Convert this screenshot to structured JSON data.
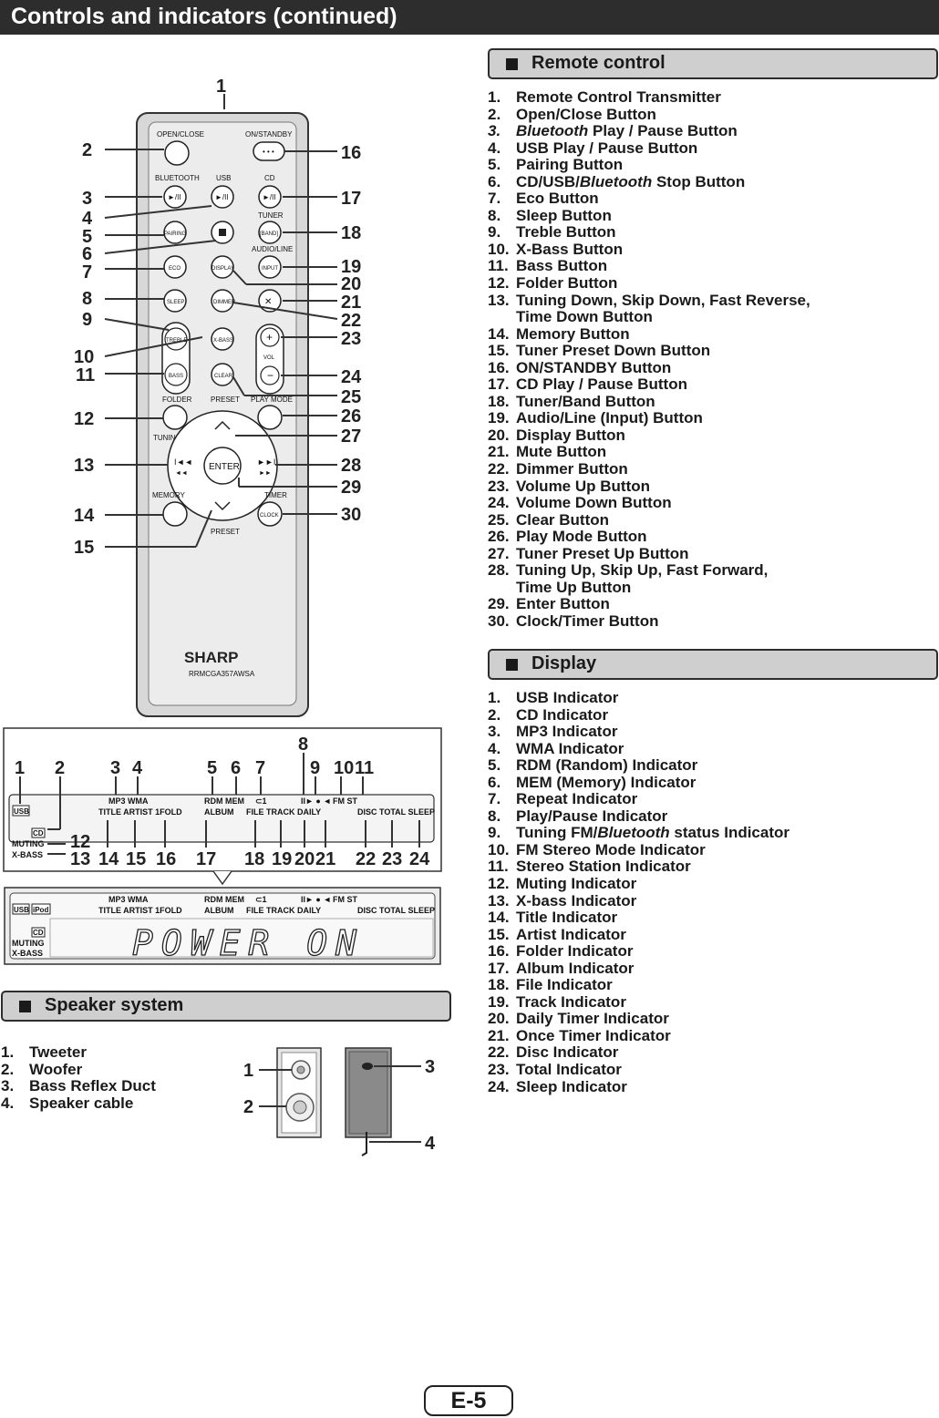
{
  "page_title": "Controls and indicators (continued)",
  "remote": {
    "header": "Remote control",
    "items": [
      {
        "n": "1.",
        "t": "Remote Control Transmitter"
      },
      {
        "n": "2.",
        "t": "Open/Close Button"
      },
      {
        "n": "3.",
        "i": "Bluetooth",
        "t": " Play / Pause Button"
      },
      {
        "n": "4.",
        "t": "USB Play / Pause Button"
      },
      {
        "n": "5.",
        "t": "Pairing Button"
      },
      {
        "n": "6.",
        "a": "CD/USB/",
        "i": "Bluetooth",
        "t": " Stop Button"
      },
      {
        "n": "7.",
        "t": "Eco Button"
      },
      {
        "n": "8.",
        "t": "Sleep Button"
      },
      {
        "n": "9.",
        "t": "Treble Button"
      },
      {
        "n": "10.",
        "t": "X-Bass Button"
      },
      {
        "n": "11.",
        "t": "Bass Button"
      },
      {
        "n": "12.",
        "t": "Folder Button"
      },
      {
        "n": "13.",
        "t": "Tuning Down, Skip Down, Fast Reverse,\nTime Down Button"
      },
      {
        "n": "14.",
        "t": "Memory Button"
      },
      {
        "n": "15.",
        "t": "Tuner Preset Down Button"
      },
      {
        "n": "16.",
        "t": "ON/STANDBY Button"
      },
      {
        "n": "17.",
        "t": "CD Play / Pause Button"
      },
      {
        "n": "18.",
        "t": "Tuner/Band Button"
      },
      {
        "n": "19.",
        "t": "Audio/Line (Input) Button"
      },
      {
        "n": "20.",
        "t": "Display Button"
      },
      {
        "n": "21.",
        "t": "Mute Button"
      },
      {
        "n": "22.",
        "t": "Dimmer Button"
      },
      {
        "n": "23.",
        "t": "Volume Up Button"
      },
      {
        "n": "24.",
        "t": "Volume Down Button"
      },
      {
        "n": "25.",
        "t": "Clear Button"
      },
      {
        "n": "26.",
        "t": "Play Mode Button"
      },
      {
        "n": "27.",
        "t": "Tuner Preset Up Button"
      },
      {
        "n": "28.",
        "t": "Tuning Up, Skip Up, Fast Forward,\nTime Up Button"
      },
      {
        "n": "29.",
        "t": "Enter Button"
      },
      {
        "n": "30.",
        "t": "Clock/Timer Button"
      }
    ]
  },
  "display": {
    "header": "Display",
    "items": [
      {
        "n": "1.",
        "t": "USB Indicator"
      },
      {
        "n": "2.",
        "t": "CD Indicator"
      },
      {
        "n": "3.",
        "t": "MP3 Indicator"
      },
      {
        "n": "4.",
        "t": "WMA Indicator"
      },
      {
        "n": "5.",
        "t": "RDM (Random) Indicator"
      },
      {
        "n": "6.",
        "t": "MEM (Memory) Indicator"
      },
      {
        "n": "7.",
        "t": "Repeat Indicator"
      },
      {
        "n": "8.",
        "t": "Play/Pause Indicator"
      },
      {
        "n": "9.",
        "a": "Tuning FM/",
        "i": "Bluetooth",
        "t": " status Indicator"
      },
      {
        "n": "10.",
        "t": "FM Stereo Mode Indicator"
      },
      {
        "n": "11.",
        "t": "Stereo Station Indicator"
      },
      {
        "n": "12.",
        "t": "Muting Indicator"
      },
      {
        "n": "13.",
        "t": "X-bass Indicator"
      },
      {
        "n": "14.",
        "t": "Title Indicator"
      },
      {
        "n": "15.",
        "t": "Artist Indicator"
      },
      {
        "n": "16.",
        "t": "Folder Indicator"
      },
      {
        "n": "17.",
        "t": "Album Indicator"
      },
      {
        "n": "18.",
        "t": "File Indicator"
      },
      {
        "n": "19.",
        "t": "Track Indicator"
      },
      {
        "n": "20.",
        "t": "Daily Timer Indicator"
      },
      {
        "n": "21.",
        "t": "Once Timer Indicator"
      },
      {
        "n": "22.",
        "t": "Disc Indicator"
      },
      {
        "n": "23.",
        "t": "Total Indicator"
      },
      {
        "n": "24.",
        "t": "Sleep Indicator"
      }
    ]
  },
  "speaker": {
    "header": "Speaker system",
    "items": [
      {
        "n": "1.",
        "t": "Tweeter"
      },
      {
        "n": "2.",
        "t": "Woofer"
      },
      {
        "n": "3.",
        "t": "Bass Reflex Duct"
      },
      {
        "n": "4.",
        "t": "Speaker cable"
      }
    ],
    "callouts": [
      "1",
      "2",
      "3",
      "4"
    ]
  },
  "remote_figure": {
    "brand": "SHARP",
    "model": "RRMCGA357AWSA",
    "button_labels": {
      "open_close": "OPEN/CLOSE",
      "on_standby": "ON/STANDBY",
      "bluetooth": "BLUETOOTH",
      "usb": "USB",
      "cd": "CD",
      "tuner": "TUNER",
      "band": "[BAND]",
      "pairing": "PAIRING",
      "audio_line": "AUDIO/LINE",
      "eco": "ECO",
      "display": "DISPLAY",
      "input": "INPUT",
      "sleep": "SLEEP",
      "dimmer": "DIMMER",
      "treble": "TREBLE",
      "xbass": "X-BASS",
      "vol": "VOL",
      "bass": "BASS",
      "clear": "CLEAR",
      "folder": "FOLDER",
      "preset": "PRESET",
      "play_mode": "PLAY MODE",
      "tuning": "TUNING",
      "enter": "ENTER",
      "memory": "MEMORY",
      "timer": "TIMER",
      "clock": "CLOCK"
    },
    "callouts": [
      "1",
      "2",
      "3",
      "4",
      "5",
      "6",
      "7",
      "8",
      "9",
      "10",
      "11",
      "12",
      "13",
      "14",
      "15",
      "16",
      "17",
      "18",
      "19",
      "20",
      "21",
      "22",
      "23",
      "24",
      "25",
      "26",
      "27",
      "28",
      "29",
      "30"
    ]
  },
  "display_figure": {
    "top_callouts": [
      "1",
      "2",
      "3",
      "4",
      "5",
      "6",
      "7",
      "8",
      "9",
      "10",
      "11"
    ],
    "bottom_callouts": [
      "12",
      "13",
      "14",
      "15",
      "16",
      "17",
      "18",
      "19",
      "20",
      "21",
      "22",
      "23",
      "24"
    ],
    "usb": "USB",
    "ipod": "iPod",
    "cd": "CD",
    "muting": "MUTING",
    "xbass": "X-BASS",
    "mp3_wma": "MP3 WMA",
    "title_artist_fold": "TITLE ARTIST 1FOLD",
    "album": "ALBUM",
    "rdm_mem": "RDM MEM",
    "file_track_daily": "FILE TRACK DAILY",
    "disc_total_sleep": "DISC TOTAL SLEEP",
    "fm_st": "FM ST",
    "lcd_text": "POWER ON"
  },
  "page_number": "E-5"
}
